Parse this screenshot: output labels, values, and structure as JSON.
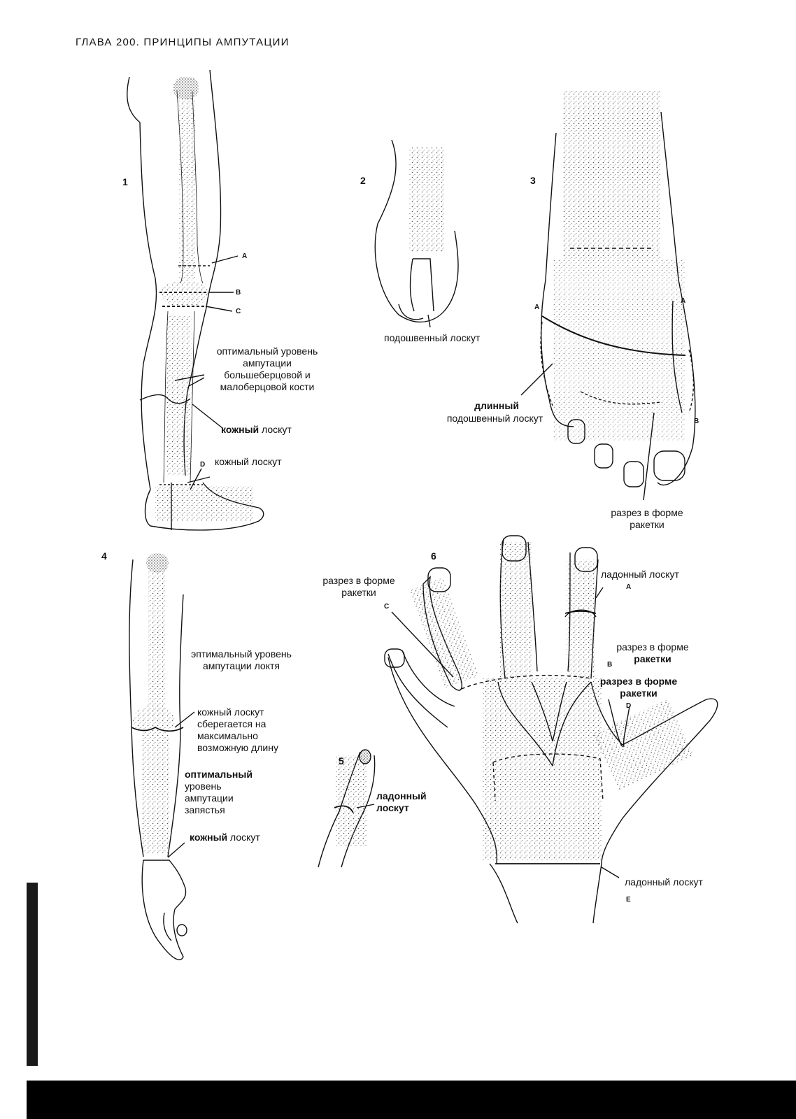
{
  "header": "ГЛАВА 200. ПРИНЦИПЫ АМПУТАЦИИ",
  "figures": {
    "f1": {
      "number": "1",
      "letters": [
        "A",
        "B",
        "C",
        "D"
      ],
      "optimal_level": "оптимальный уровень ампутации большеберцовой и малоберцовой кости",
      "skin_flap_word": "кожный",
      "flap_word": "лоскут",
      "skin_flap_2": "кожный лоскут"
    },
    "f2": {
      "number": "2",
      "plantar_flap": "подошвенный лоскут"
    },
    "f3": {
      "number": "3",
      "letters": [
        "A",
        "A",
        "B"
      ],
      "long_plantar_flap_1": "длинный",
      "long_plantar_flap_2": "подошвенный лоскут",
      "racket_incision": "разрез в форме ракетки"
    },
    "f4": {
      "number": "4",
      "optimal_elbow": "эптимальный уровень ампутации локтя",
      "skin_flap_preserved": "кожный лоскут сберегается на максимально возможную длину",
      "optimal_wrist_1": "оптимальный",
      "optimal_wrist_2": "уровень ампутации запястья",
      "skin_flap_word": "кожный",
      "flap_word": "лоскут"
    },
    "f5": {
      "number": "5",
      "palmar_flap_1": "ладонный",
      "palmar_flap_2": "лоскут"
    },
    "f6": {
      "number": "6",
      "letters": [
        "A",
        "B",
        "C",
        "D",
        "E"
      ],
      "racket_left_1": "разрез в форме",
      "racket_left_2": "ракетки",
      "palmar_flap_top": "ладонный лоскут",
      "racket_right_1": "разрез в форме",
      "racket_right_2": "ракетки",
      "racket_bold_1": "разрез в форме",
      "racket_bold_2": "ракетки",
      "palmar_flap_bottom": "ладонный лоскут"
    }
  },
  "colors": {
    "ink": "#111111",
    "stipple": "#7a7a7a",
    "bar": "#000000"
  }
}
